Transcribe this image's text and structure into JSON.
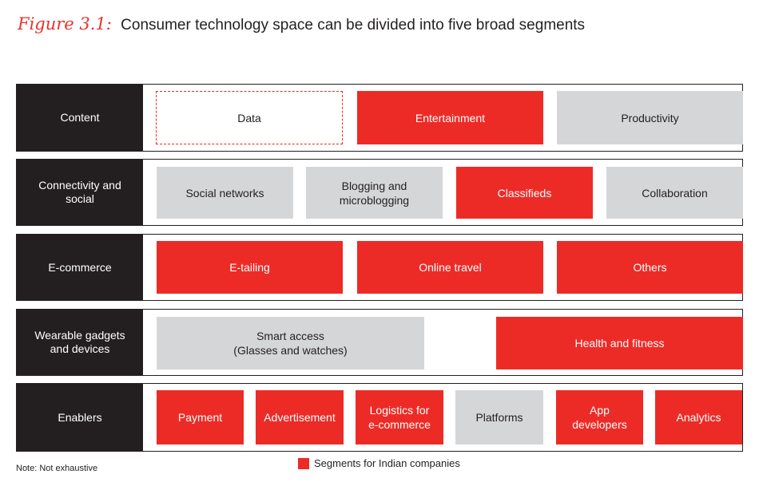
{
  "title": {
    "figure_label": "Figure 3.1:",
    "caption": "Consumer technology space can be divided into five broad segments"
  },
  "colors": {
    "highlight": "#ed2b26",
    "neutral": "#d5d6d8",
    "label_bg": "#231f20"
  },
  "rows": [
    {
      "label": "Content",
      "items": [
        {
          "text": "Data",
          "style": "dashed"
        },
        {
          "text": "Entertainment",
          "style": "red"
        },
        {
          "text": "Productivity",
          "style": "grey"
        }
      ]
    },
    {
      "label": "Connectivity and\nsocial",
      "items": [
        {
          "text": "Social networks",
          "style": "grey"
        },
        {
          "text": "Blogging and\nmicroblogging",
          "style": "grey"
        },
        {
          "text": "Classifieds",
          "style": "red"
        },
        {
          "text": "Collaboration",
          "style": "grey"
        }
      ]
    },
    {
      "label": "E-commerce",
      "items": [
        {
          "text": "E-tailing",
          "style": "red"
        },
        {
          "text": "Online travel",
          "style": "red"
        },
        {
          "text": "Others",
          "style": "red"
        }
      ]
    },
    {
      "label": "Wearable gadgets\nand devices",
      "items": [
        {
          "text": "Smart access\n(Glasses and watches)",
          "style": "grey"
        },
        {
          "text": "Health and fitness",
          "style": "red"
        }
      ]
    },
    {
      "label": "Enablers",
      "items": [
        {
          "text": "Payment",
          "style": "red"
        },
        {
          "text": "Advertisement",
          "style": "red"
        },
        {
          "text": "Logistics for\ne-commerce",
          "style": "red"
        },
        {
          "text": "Platforms",
          "style": "grey"
        },
        {
          "text": "App\ndevelopers",
          "style": "red"
        },
        {
          "text": "Analytics",
          "style": "red"
        }
      ]
    }
  ],
  "note": "Note: Not exhaustive",
  "legend": {
    "label": "Segments for Indian companies"
  }
}
